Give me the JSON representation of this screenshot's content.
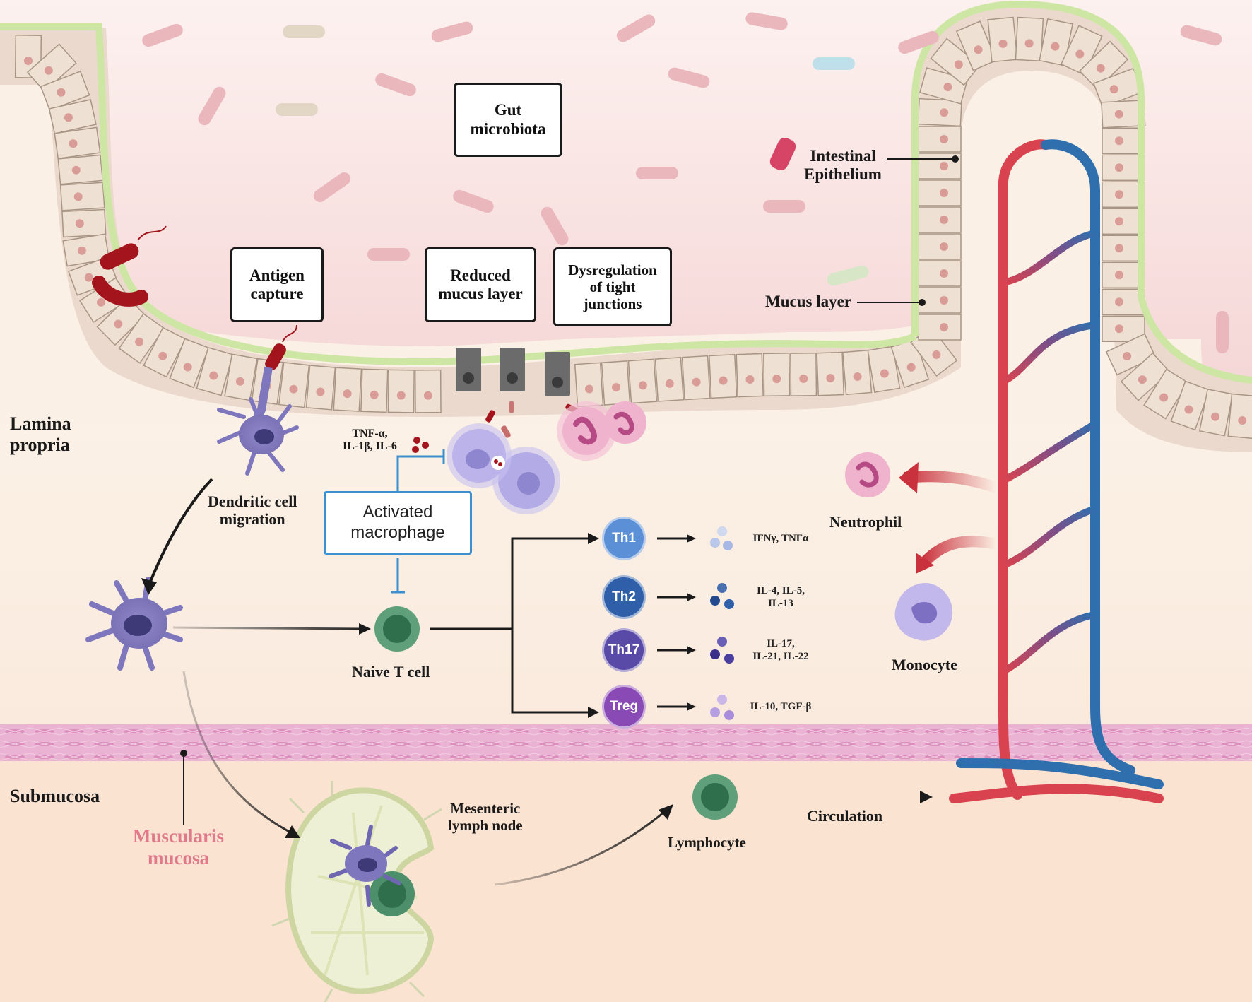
{
  "boxes": {
    "gut_microbiota": "Gut\nmicrobiota",
    "antigen_capture": "Antigen\ncapture",
    "reduced_mucus": "Reduced\nmucus layer",
    "tight_junctions": "Dysregulation\nof tight\njunctions",
    "activated_macrophage": "Activated\nmacrophage"
  },
  "labels": {
    "intestinal_epithelium": "Intestinal\nEpithelium",
    "mucus_layer": "Mucus layer",
    "lamina_propria": "Lamina\npropria",
    "submucosa": "Submucosa",
    "muscularis_mucosa": "Muscularis\nmucosa",
    "dc_migration": "Dendritic cell\nmigration",
    "cytokines_macrophage": "TNF-α,\nIL-1β, IL-6",
    "naive_t_cell": "Naive T cell",
    "neutrophil": "Neutrophil",
    "monocyte": "Monocyte",
    "mesenteric_lymph_node": "Mesenteric\nlymph node",
    "lymphocyte": "Lymphocyte",
    "circulation": "Circulation"
  },
  "t_subsets": [
    {
      "name": "Th1",
      "cytokines": "IFNγ, TNFα",
      "color": "#5b8fd6"
    },
    {
      "name": "Th2",
      "cytokines": "IL-4, IL-5,\nIL-13",
      "color": "#2f5fa8"
    },
    {
      "name": "Th17",
      "cytokines": "IL-17,\nIL-21, IL-22",
      "color": "#5a4aa8"
    },
    {
      "name": "Treg",
      "cytokines": "IL-10, TGF-β",
      "color": "#8a4ab5"
    }
  ],
  "colors": {
    "background": "#fbf1e6",
    "lumen": "#f9e6e4",
    "mucus": "#cfe9a8",
    "epithelium": "#ede0d4",
    "muscularis": "#e9a9cf",
    "submucosa": "#fbe3d2",
    "artery": "#d9434f",
    "vein": "#2f6fae",
    "muscularis_label": "#e07a8a"
  }
}
